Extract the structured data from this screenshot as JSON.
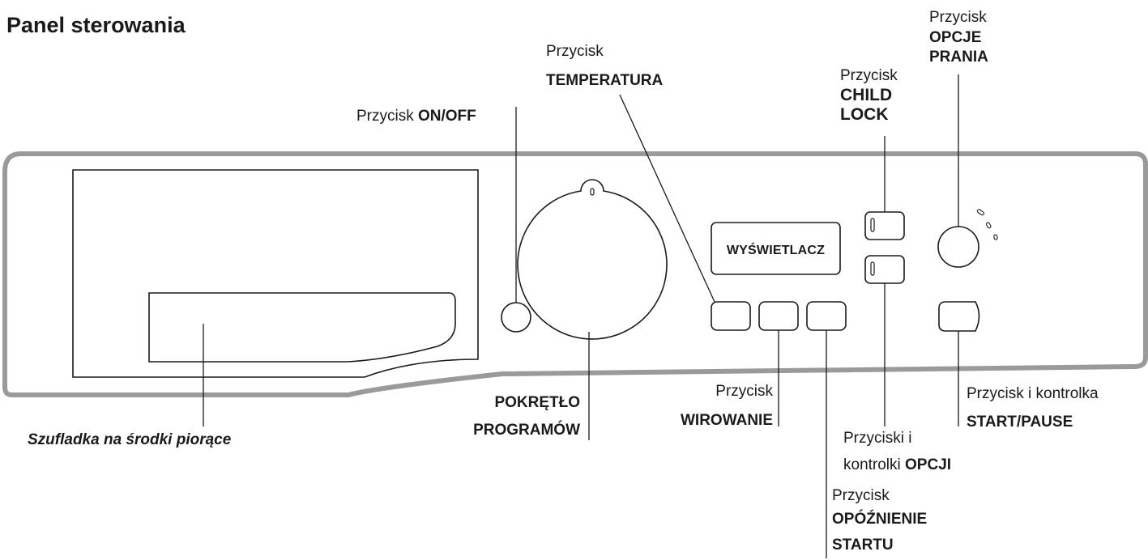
{
  "title": "Panel sterowania",
  "display_text": "WYŚWIETLACZ",
  "labels": {
    "on_off": {
      "prefix": "Przycisk ",
      "name": "ON/OFF"
    },
    "temperature": {
      "prefix": "Przycisk",
      "name": "TEMPERATURA"
    },
    "child_lock": {
      "prefix": "Przycisk",
      "name_line1": "CHILD",
      "name_line2": "LOCK"
    },
    "wash_options": {
      "prefix": "Przycisk",
      "name_line1": "OPCJE",
      "name_line2": "PRANIA"
    },
    "program_knob": {
      "line1": "POKRĘTŁO",
      "line2": "PROGRAMÓW"
    },
    "spin": {
      "prefix": "Przycisk",
      "name": "WIROWANIE"
    },
    "options": {
      "line1": "Przyciski i",
      "line2_prefix": "kontrolki ",
      "name": "OPCJI"
    },
    "start_pause": {
      "prefix": "Przycisk i kontrolka",
      "name": "START/PAUSE"
    },
    "delay_start": {
      "prefix": "Przycisk",
      "name_line1": "OPÓŹNIENIE",
      "name_line2": "STARTU"
    },
    "drawer": "Szufladka na środki piorące"
  },
  "colors": {
    "panel_outline": "#9a9a9a",
    "line": "#1a1a1a",
    "text": "#1a1a1a"
  }
}
